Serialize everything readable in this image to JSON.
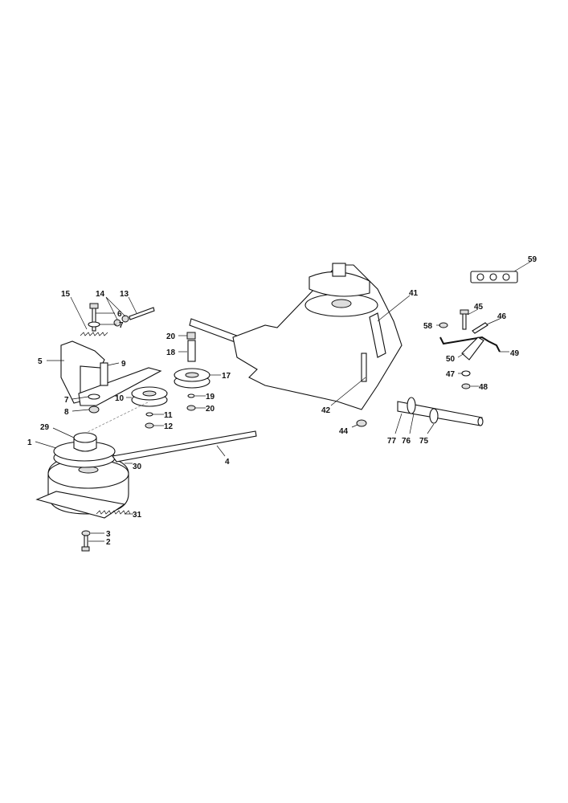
{
  "diagram": {
    "title": "Transmission and belt drive exploded parts diagram",
    "labels": [
      "15",
      "14",
      "13",
      "6",
      "7",
      "5",
      "9",
      "7",
      "8",
      "10",
      "20",
      "18",
      "17",
      "19",
      "20",
      "11",
      "12",
      "29",
      "1",
      "30",
      "4",
      "31",
      "3",
      "2",
      "41",
      "42",
      "44",
      "77",
      "76",
      "75",
      "59",
      "45",
      "46",
      "58",
      "49",
      "50",
      "47",
      "48"
    ]
  }
}
